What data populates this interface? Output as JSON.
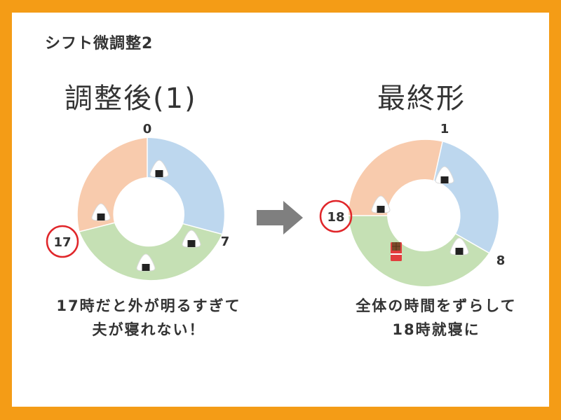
{
  "page": {
    "title": "シフト微調整2"
  },
  "left": {
    "title": "調整後(1)",
    "labels": {
      "top": "0",
      "right": "7",
      "left": "17"
    },
    "caption_line1": "17時だと外が明るすぎて",
    "caption_line2": "夫が寝れない！"
  },
  "right": {
    "title": "最終形",
    "labels": {
      "top": "1",
      "right": "8",
      "left": "18"
    },
    "caption_line1": "全体の時間をずらして",
    "caption_line2": "18時就寝に"
  },
  "colors": {
    "background": "#f49c16",
    "segment_blue": "#bdd7ee",
    "segment_green": "#c5e0b4",
    "segment_peach": "#f8cbad",
    "highlight_circle": "#e0262a",
    "arrow": "#7f7f7f"
  },
  "icons": [
    "onigiri-icon",
    "chocolate-icon",
    "arrow-right-icon"
  ]
}
